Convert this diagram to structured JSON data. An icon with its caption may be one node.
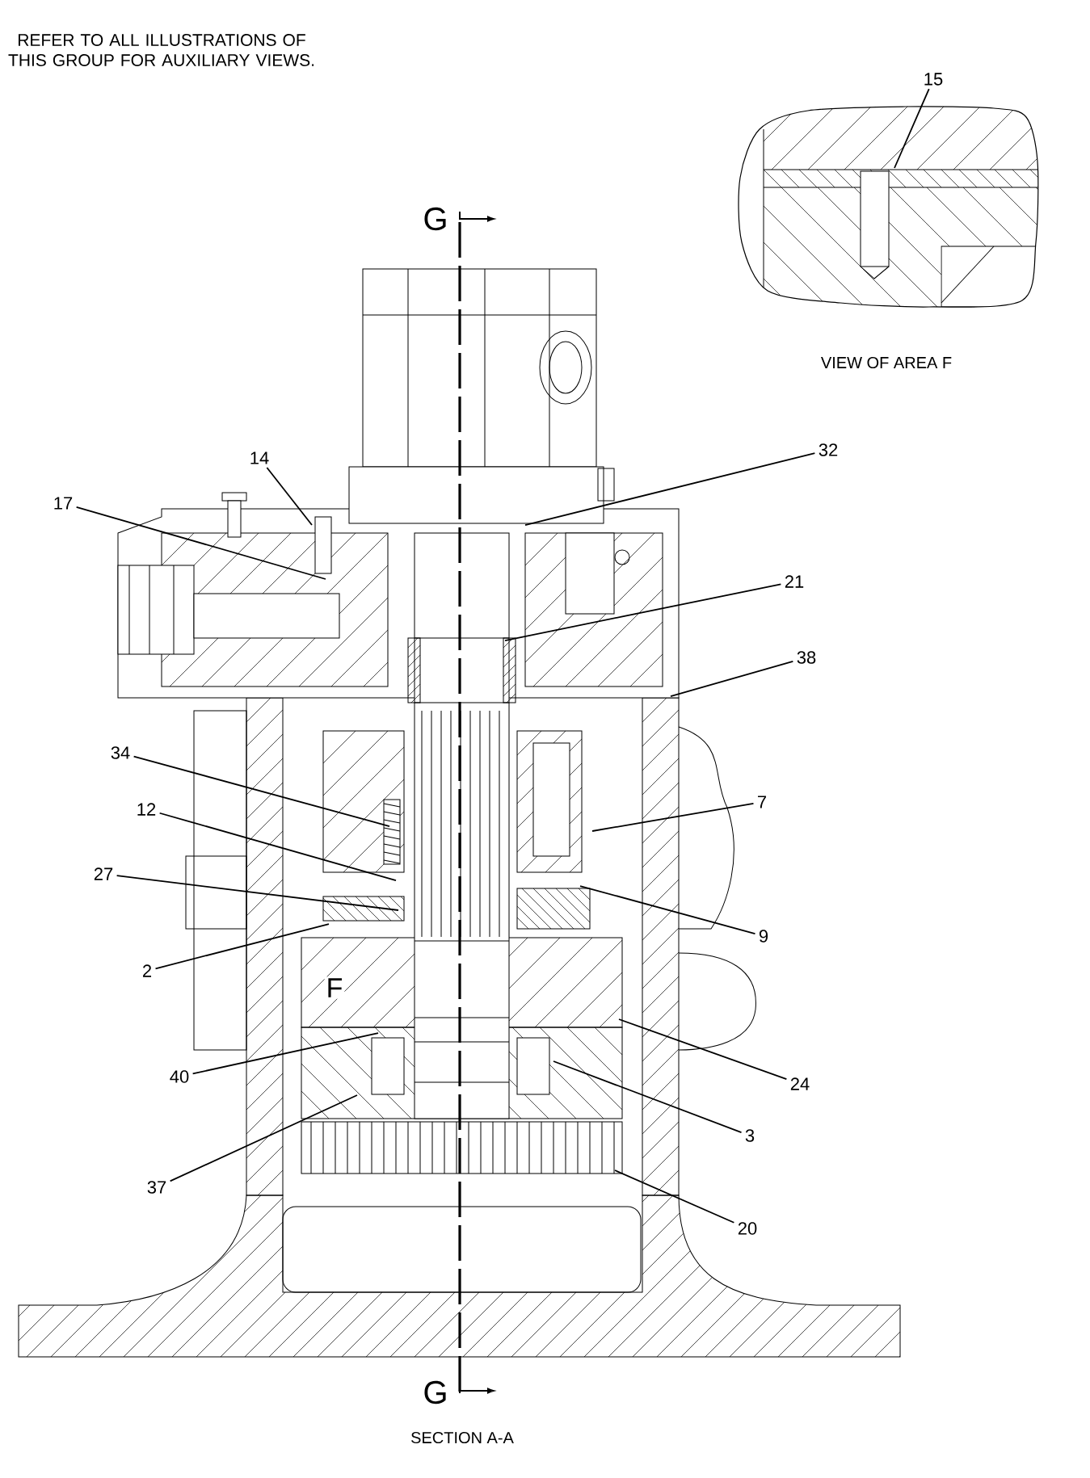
{
  "diagram": {
    "nodes": [
      {
        "text": [
          "15"
        ]
      },
      {
        "text": [
          "14"
        ]
      },
      {
        "text": [
          "32"
        ]
      },
      {
        "text": [
          "17"
        ]
      },
      {
        "text": [
          "21"
        ]
      },
      {
        "text": [
          "38"
        ]
      },
      {
        "text": [
          "34"
        ]
      },
      {
        "text": [
          "7"
        ]
      },
      {
        "text": [
          "12"
        ]
      },
      {
        "text": [
          "27"
        ]
      },
      {
        "text": [
          "9"
        ]
      },
      {
        "text": [
          "2"
        ]
      },
      {
        "text": [
          "24"
        ]
      },
      {
        "text": [
          "40"
        ]
      },
      {
        "text": [
          "3"
        ]
      },
      {
        "text": [
          "37"
        ]
      },
      {
        "text": [
          "20"
        ]
      }
    ],
    "edges": [
      {
        "from": 0,
        "to": null,
        "arrow": "none"
      },
      {
        "from": 1,
        "to": null,
        "arrow": "none"
      },
      {
        "from": 2,
        "to": null,
        "arrow": "none"
      },
      {
        "from": 3,
        "to": null,
        "arrow": "none"
      },
      {
        "from": 4,
        "to": null,
        "arrow": "none"
      },
      {
        "from": 5,
        "to": null,
        "arrow": "none"
      },
      {
        "from": 6,
        "to": null,
        "arrow": "none"
      },
      {
        "from": 7,
        "to": null,
        "arrow": "none"
      },
      {
        "from": 8,
        "to": null,
        "arrow": "none"
      },
      {
        "from": 9,
        "to": null,
        "arrow": "none"
      },
      {
        "from": 10,
        "to": null,
        "arrow": "none"
      },
      {
        "from": 11,
        "to": null,
        "arrow": "none"
      },
      {
        "from": 12,
        "to": null,
        "arrow": "none"
      },
      {
        "from": 13,
        "to": null,
        "arrow": "none"
      },
      {
        "from": 14,
        "to": null,
        "arrow": "none"
      },
      {
        "from": 15,
        "to": null,
        "arrow": "none"
      },
      {
        "from": 16,
        "to": null,
        "arrow": "none"
      }
    ],
    "labels": [
      "REFER TO ALL ILLUSTRATIONS OF THIS GROUP FOR AUXILIARY VIEWS.",
      "G",
      "VIEW OF AREA F",
      "F",
      "G",
      "SECTION A-A"
    ]
  }
}
